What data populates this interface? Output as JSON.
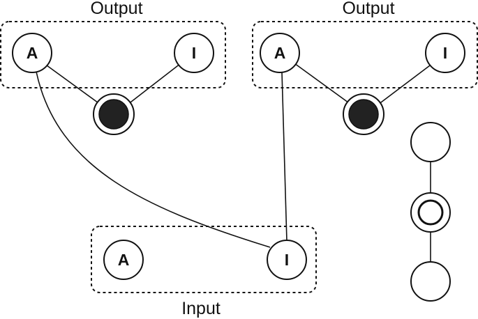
{
  "groups": {
    "output_left": {
      "title": "Output"
    },
    "output_right": {
      "title": "Output"
    },
    "input": {
      "title": "Input"
    }
  },
  "nodes": {
    "out_left_a": "A",
    "out_left_i": "I",
    "out_right_a": "A",
    "out_right_i": "I",
    "in_a": "A",
    "in_i": "I"
  }
}
